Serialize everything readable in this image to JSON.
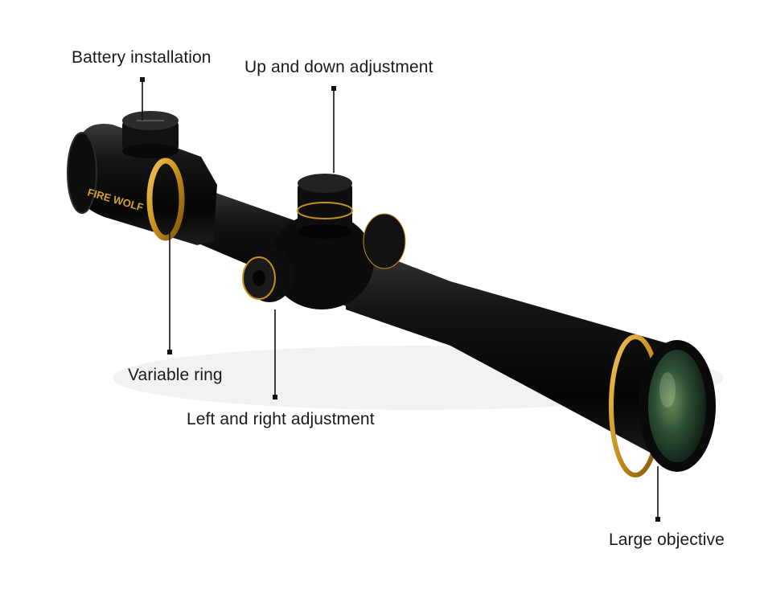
{
  "colors": {
    "background": "#ffffff",
    "body": "#0b0b0b",
    "gold_accent": "#c8901a",
    "lens_tint": "#2d4f35",
    "label_text": "#1a1a1a",
    "leader_line": "#111111"
  },
  "product": {
    "brand_mark": "FIRE WOLF"
  },
  "callouts": {
    "battery": "Battery installation",
    "elevation": "Up and down adjustment",
    "variable": "Variable ring",
    "windage": "Left and right adjustment",
    "objective": "Large objective"
  }
}
